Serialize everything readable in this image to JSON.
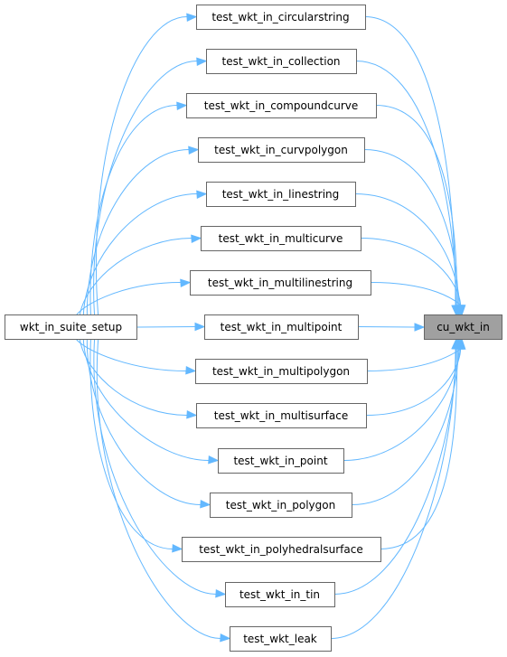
{
  "graph": {
    "source": {
      "label": "wkt_in_suite_setup"
    },
    "target": {
      "label": "cu_wkt_in"
    },
    "tests": [
      {
        "id": "circularstring",
        "label": "test_wkt_in_circularstring"
      },
      {
        "id": "collection",
        "label": "test_wkt_in_collection"
      },
      {
        "id": "compoundcurve",
        "label": "test_wkt_in_compoundcurve"
      },
      {
        "id": "curvpolygon",
        "label": "test_wkt_in_curvpolygon"
      },
      {
        "id": "linestring",
        "label": "test_wkt_in_linestring"
      },
      {
        "id": "multicurve",
        "label": "test_wkt_in_multicurve"
      },
      {
        "id": "multilinestring",
        "label": "test_wkt_in_multilinestring"
      },
      {
        "id": "multipoint",
        "label": "test_wkt_in_multipoint"
      },
      {
        "id": "multipolygon",
        "label": "test_wkt_in_multipolygon"
      },
      {
        "id": "multisurface",
        "label": "test_wkt_in_multisurface"
      },
      {
        "id": "point",
        "label": "test_wkt_in_point"
      },
      {
        "id": "polygon",
        "label": "test_wkt_in_polygon"
      },
      {
        "id": "polyhedralsurface",
        "label": "test_wkt_in_polyhedralsurface"
      },
      {
        "id": "tin",
        "label": "test_wkt_in_tin"
      },
      {
        "id": "leak",
        "label": "test_wkt_leak"
      }
    ],
    "edge_color": "#63b8ff",
    "target_fill": "#a0a0a0"
  }
}
